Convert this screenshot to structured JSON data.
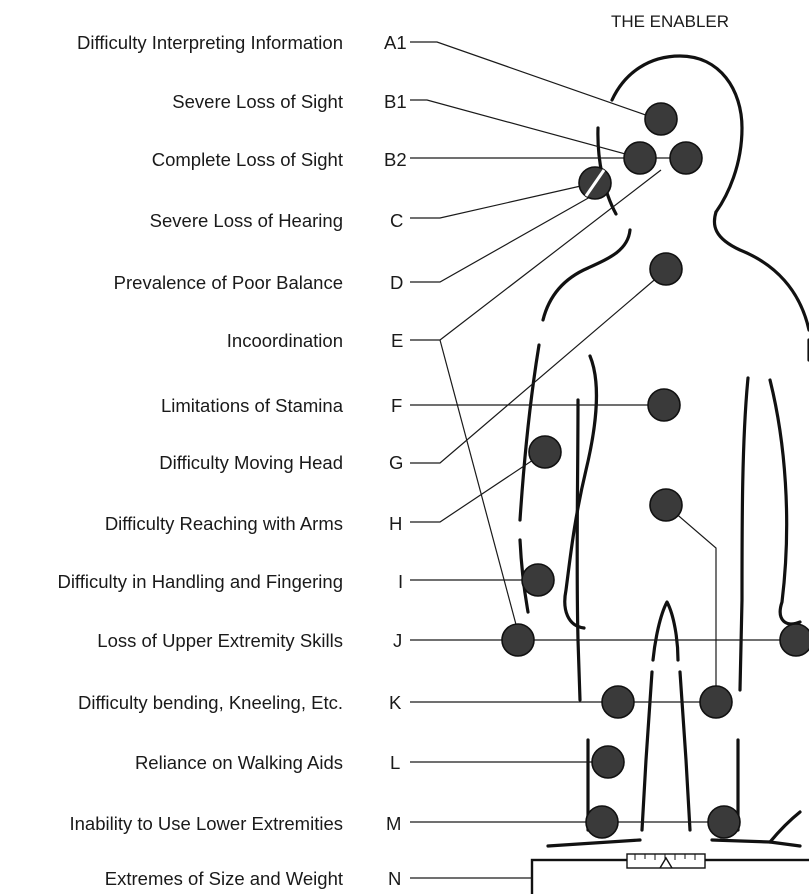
{
  "title": "THE ENABLER",
  "items": [
    {
      "code": "A1",
      "label": "Difficulty Interpreting Information"
    },
    {
      "code": "B1",
      "label": "Severe Loss of Sight"
    },
    {
      "code": "B2",
      "label": "Complete Loss of Sight"
    },
    {
      "code": "C",
      "label": "Severe Loss of Hearing"
    },
    {
      "code": "D",
      "label": "Prevalence of Poor Balance"
    },
    {
      "code": "E",
      "label": "Incoordination"
    },
    {
      "code": "F",
      "label": "Limitations of Stamina"
    },
    {
      "code": "G",
      "label": "Difficulty Moving Head"
    },
    {
      "code": "H",
      "label": "Difficulty Reaching with Arms"
    },
    {
      "code": "I",
      "label": "Difficulty in Handling and Fingering"
    },
    {
      "code": "J",
      "label": "Loss of Upper Extremity Skills"
    },
    {
      "code": "K",
      "label": "Difficulty bending, Kneeling, Etc."
    },
    {
      "code": "L",
      "label": "Reliance on Walking Aids"
    },
    {
      "code": "M",
      "label": "Inability to Use Lower Extremities"
    },
    {
      "code": "N",
      "label": "Extremes of Size and Weight"
    }
  ],
  "colors": {
    "ink": "#1a1a1a",
    "dot": "#3a3a3a",
    "background": "#ffffff"
  }
}
